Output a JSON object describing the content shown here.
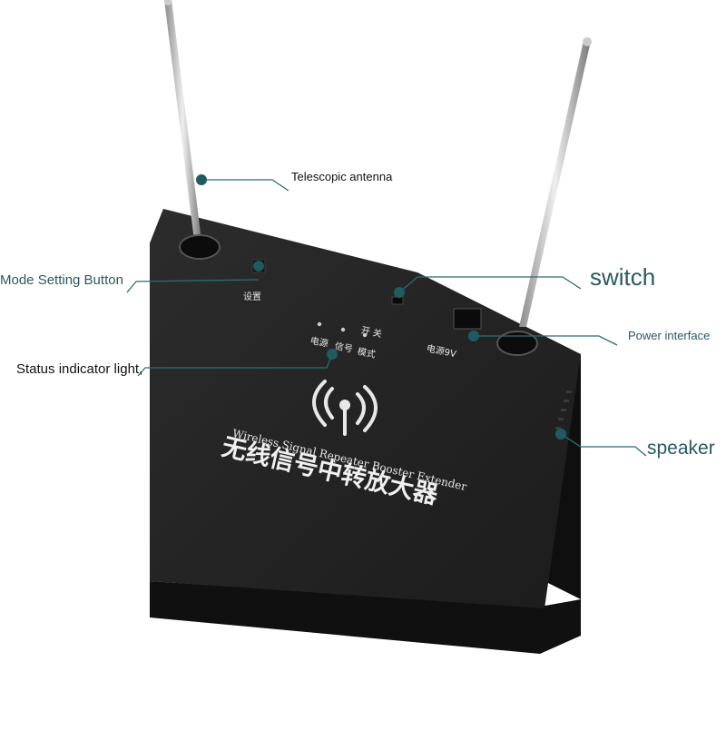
{
  "callouts": {
    "antenna": "Telescopic antenna",
    "mode": "Mode Setting Button",
    "switch": "switch",
    "power": "Power interface",
    "status": "Status indicator light,",
    "speaker": "speaker"
  },
  "device": {
    "english_name": "Wireless Signal Repeater Booster Extender",
    "chinese_name": "无线信号中转放大器",
    "settings_label": "设置",
    "power_label": "电源",
    "signal_label": "信号",
    "mode_label": "模式",
    "switch_label": "开 关",
    "power_port_label": "电源9V"
  },
  "colors": {
    "device_body": "#222222",
    "device_side": "#141414",
    "callout_line": "#2f6b6f",
    "callout_dot": "#1f5c60"
  }
}
